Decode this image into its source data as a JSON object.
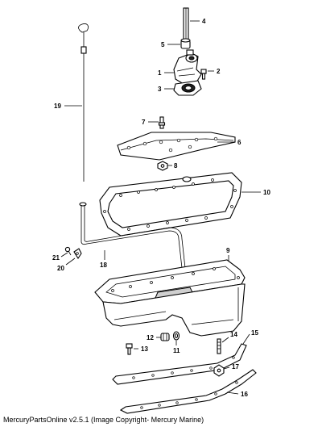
{
  "callouts": {
    "c1": "1",
    "c2": "2",
    "c3": "3",
    "c4": "4",
    "c5": "5",
    "c6": "6",
    "c7": "7",
    "c8": "8",
    "c9": "9",
    "c10": "10",
    "c11": "11",
    "c12": "12",
    "c13": "13",
    "c14": "14",
    "c15": "15",
    "c16": "16",
    "c17": "17",
    "c18": "18",
    "c19": "19",
    "c20": "20",
    "c21": "21"
  },
  "footer": "MercuryPartsOnline v2.5.1 (Image Copyright- Mercury Marine)"
}
